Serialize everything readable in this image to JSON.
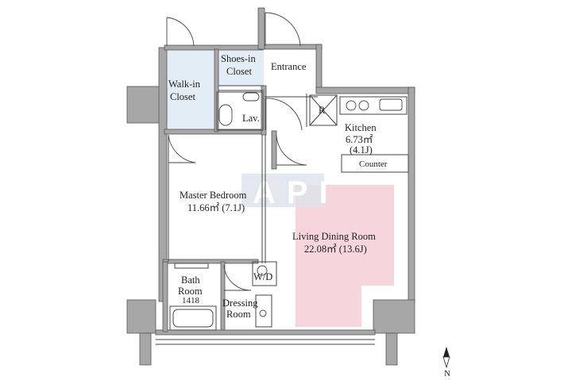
{
  "rooms": {
    "walk_in_closet": [
      "Walk-in",
      "Closet"
    ],
    "shoes_in_closet": [
      "Shoes-in",
      "Closet"
    ],
    "entrance": "Entrance",
    "lav": "Lav.",
    "refrigerator": "R",
    "kitchen": {
      "name": "Kitchen",
      "area": "6.73㎡",
      "jo": "(4.1J)"
    },
    "counter": "Counter",
    "master_bedroom": {
      "name": "Master Bedroom",
      "area": "11.66㎡ (7.1J)"
    },
    "living_dining": {
      "name": "Living Dining Room",
      "area": "22.08㎡ (13.6J)"
    },
    "bath": {
      "name": [
        "Bath",
        "Room"
      ],
      "size": "1418"
    },
    "wd": "W/D",
    "dressing": [
      "Dressing",
      "Room"
    ]
  },
  "watermark": "API",
  "compass": "N",
  "colors": {
    "wall": "#a7a7a7",
    "closet_fill": "#e3edf6",
    "living_highlight": "#f6d6dc",
    "watermark_box": "#dfe3ea"
  }
}
